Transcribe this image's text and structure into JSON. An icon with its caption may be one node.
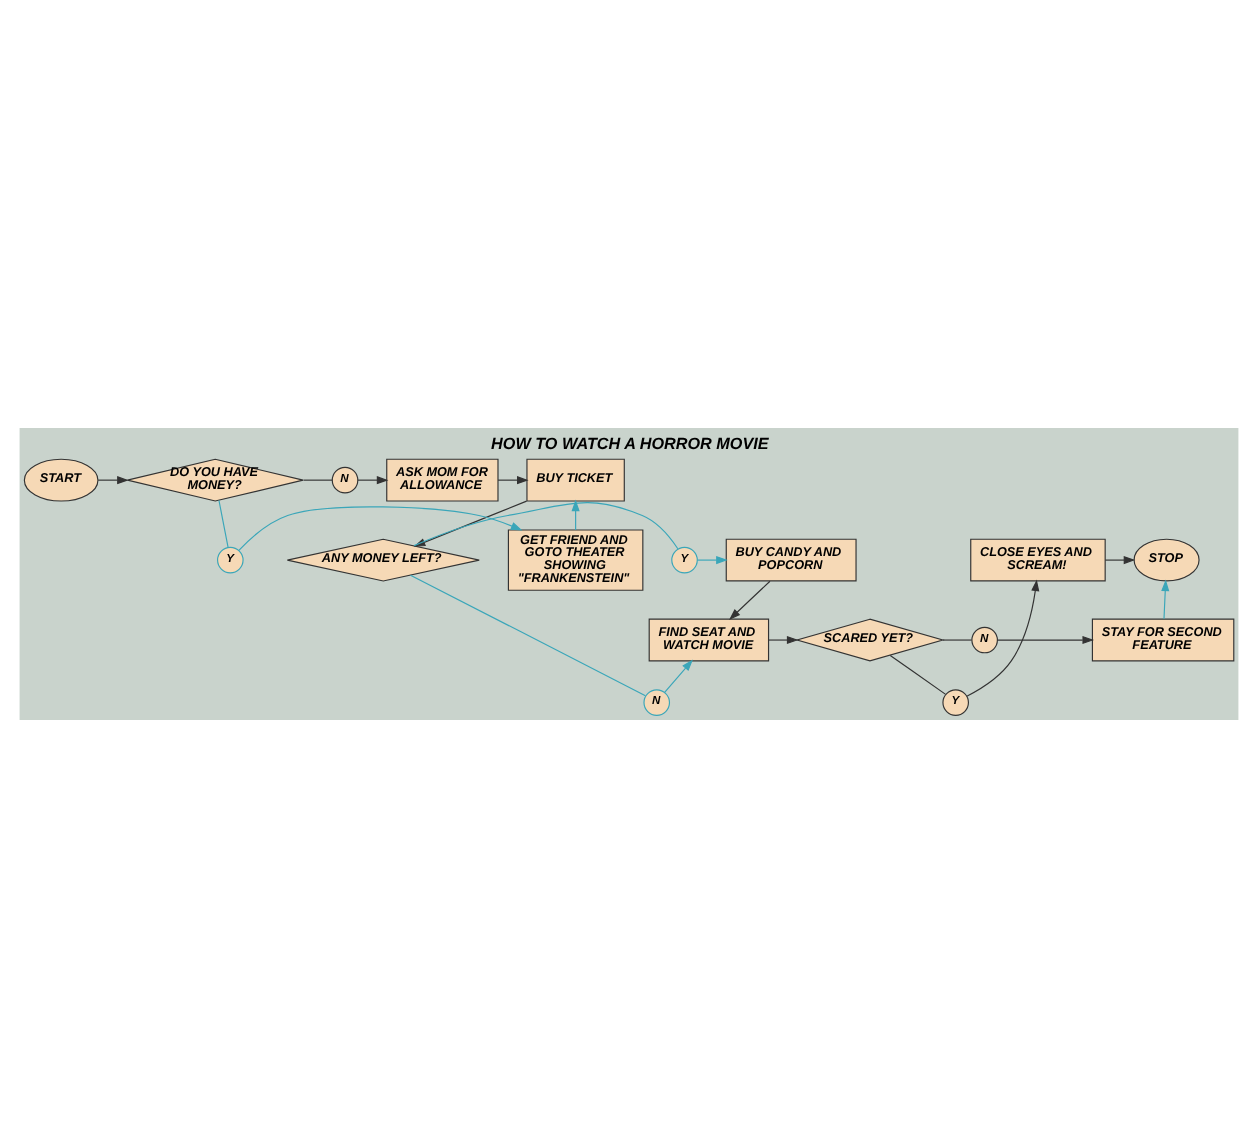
{
  "diagram": {
    "title": "HOW TO WATCH A HORROR MOVIE",
    "nodes": [
      {
        "text": [
          "START"
        ]
      },
      {
        "text": [
          "DO YOU HAVE MONEY?"
        ]
      },
      {
        "text": [
          "N"
        ]
      },
      {
        "text": [
          "ASK MOM FOR ALLOWANCE"
        ]
      },
      {
        "text": [
          "BUY TICKET"
        ]
      },
      {
        "text": [
          "Y"
        ]
      },
      {
        "text": [
          "GET FRIEND AND GOTO THEATER SHOWING \"FRANKENSTEIN\""
        ]
      },
      {
        "text": [
          "STOP"
        ]
      },
      {
        "text": [
          "CLOSE EYES AND SCREAM!"
        ]
      },
      {
        "text": [
          "BUY CANDY AND POPCORN"
        ]
      },
      {
        "text": [
          "Y"
        ]
      },
      {
        "text": [
          "ANY MONEY LEFT?"
        ]
      },
      {
        "text": [
          "Y"
        ]
      },
      {
        "text": [
          "N"
        ]
      },
      {
        "text": [
          "STAY FOR SECOND FEATURE"
        ]
      },
      {
        "text": [
          "N"
        ]
      },
      {
        "text": [
          "SCARED YET?"
        ]
      },
      {
        "text": [
          "FIND SEAT AND WATCH MOVIE"
        ]
      }
    ],
    "edges": [
      {
        "from": 0,
        "to": 1,
        "arrow": "to"
      },
      {
        "from": 1,
        "to": 2,
        "arrow": "none"
      },
      {
        "from": 2,
        "to": 3,
        "arrow": "to"
      },
      {
        "from": 3,
        "to": 4,
        "arrow": "to"
      },
      {
        "from": 1,
        "to": 5,
        "arrow": "none",
        "color": "#3aa6b9"
      },
      {
        "from": 5,
        "to": 6,
        "arrow": "to",
        "color": "#3aa6b9"
      },
      {
        "from": 6,
        "to": 4,
        "arrow": "to",
        "color": "#3aa6b9"
      },
      {
        "from": 4,
        "to": 11,
        "arrow": "to"
      },
      {
        "from": 11,
        "to": 10,
        "arrow": "none",
        "color": "#3aa6b9"
      },
      {
        "from": 10,
        "to": 9,
        "arrow": "to",
        "color": "#3aa6b9"
      },
      {
        "from": 11,
        "to": 13,
        "arrow": "none",
        "color": "#3aa6b9"
      },
      {
        "from": 13,
        "to": 17,
        "arrow": "to",
        "color": "#3aa6b9"
      },
      {
        "from": 9,
        "to": 17,
        "arrow": "to"
      },
      {
        "from": 17,
        "to": 16,
        "arrow": "to"
      },
      {
        "from": 16,
        "to": 12,
        "arrow": "none"
      },
      {
        "from": 12,
        "to": 8,
        "arrow": "to"
      },
      {
        "from": 8,
        "to": 7,
        "arrow": "to"
      },
      {
        "from": 16,
        "to": 15,
        "arrow": "none"
      },
      {
        "from": 15,
        "to": 14,
        "arrow": "to"
      },
      {
        "from": 14,
        "to": 7,
        "arrow": "to",
        "color": "#3aa6b9"
      }
    ]
  }
}
